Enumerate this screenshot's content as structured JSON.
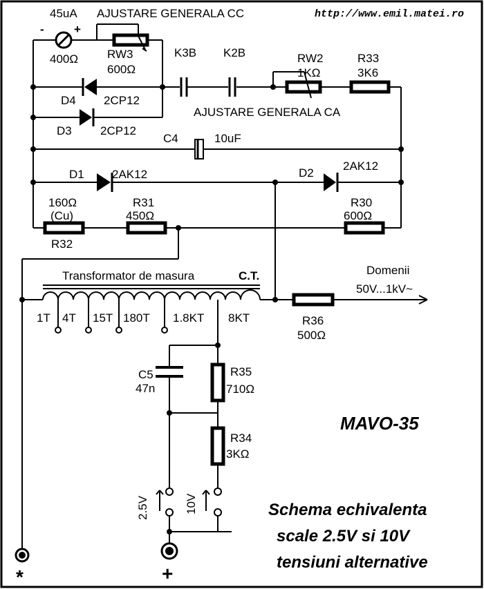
{
  "url": "http://www.emil.matei.ro",
  "model": "MAVO-35",
  "caption": [
    "Schema echivalenta",
    "scale 2.5V si 10V",
    "tensiuni alternative"
  ],
  "adjust_dc": "AJUSTARE GENERALA CC",
  "adjust_ac": "AJUSTARE GENERALA CA",
  "meter": {
    "current": "45uA",
    "resistance": "400Ω",
    "minus": "-",
    "plus": "+"
  },
  "rw3": {
    "name": "RW3",
    "value": "600Ω"
  },
  "rw2": {
    "name": "RW2",
    "value": "1KΩ"
  },
  "r33": {
    "name": "R33",
    "value": "3K6"
  },
  "k3b": "K3B",
  "k2b": "K2B",
  "d4": {
    "name": "D4",
    "value": "2CP12"
  },
  "d3": {
    "name": "D3",
    "value": "2CP12"
  },
  "c4": {
    "name": "C4",
    "value": "10uF"
  },
  "d1": {
    "name": "D1",
    "value": "2AK12"
  },
  "d2": {
    "name": "D2",
    "value": "2AK12"
  },
  "r32": {
    "name": "R32",
    "value": "160Ω",
    "note": "(Cu)"
  },
  "r31": {
    "name": "R31",
    "value": "450Ω"
  },
  "r30": {
    "name": "R30",
    "value": "600Ω"
  },
  "transformer": {
    "label": "Transformator  de masura",
    "ct": "C.T."
  },
  "taps": [
    "1T",
    "4T",
    "15T",
    "180T",
    "1.8KT",
    "8KT"
  ],
  "domains": {
    "title": "Domenii",
    "range": "50V...1kV~"
  },
  "r36": {
    "name": "R36",
    "value": "500Ω"
  },
  "c5": {
    "name": "C5",
    "value": "47n"
  },
  "r35": {
    "name": "R35",
    "value": "710Ω"
  },
  "r34": {
    "name": "R34",
    "value": "3KΩ"
  },
  "sw25": "2.5V",
  "sw10": "10V",
  "term_minus": "*",
  "term_plus": "+"
}
